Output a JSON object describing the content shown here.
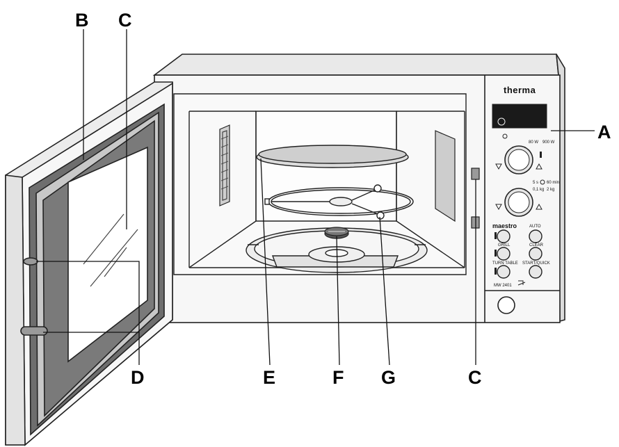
{
  "callouts": {
    "A": "A",
    "B": "B",
    "C_top": "C",
    "C_bottom": "C",
    "D": "D",
    "E": "E",
    "F": "F",
    "G": "G"
  },
  "panel": {
    "brand": "therma",
    "power_min": "80 W",
    "power_max": "900 W",
    "timer_min": "5 s",
    "timer_max": "60 min",
    "weight_min": "0,1 kg",
    "weight_max": "2 kg",
    "maestro": "maestro",
    "buttons": {
      "auto": "AUTO",
      "grill": "GRILL",
      "clear": "CLEAR",
      "turn_table": "TURN TABLE",
      "start_quick": "START/QUICK"
    },
    "model": "MW 2401"
  },
  "colors": {
    "outline": "#222222",
    "body_fill": "#f2f2f2",
    "door_shade": "#bdbdbd",
    "gasket": "#6e6e6e",
    "plate_fill": "#cfcfcf",
    "display": "#1a1a1a"
  }
}
